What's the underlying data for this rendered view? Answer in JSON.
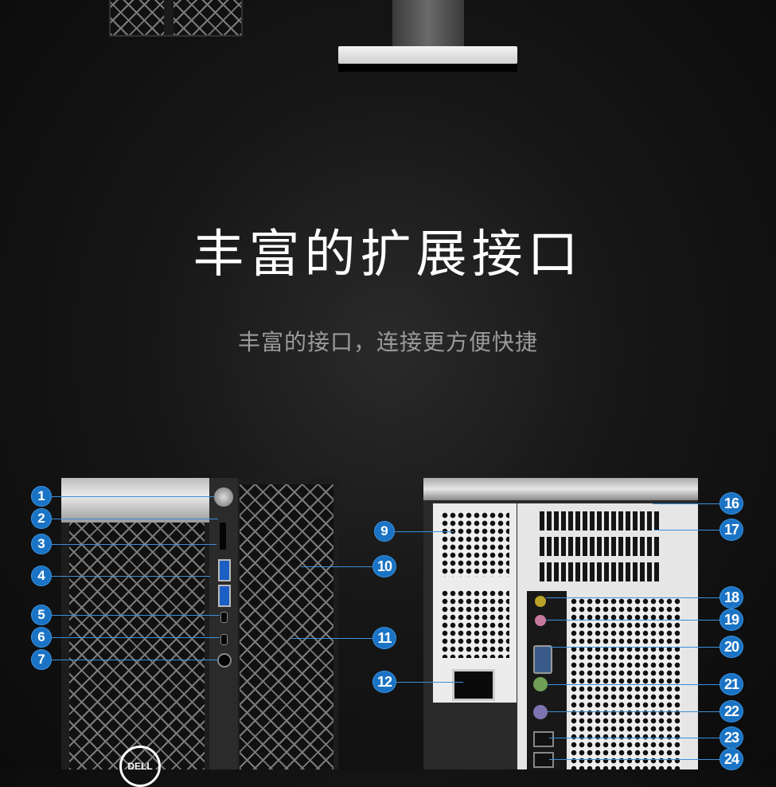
{
  "headline": "丰富的扩展接口",
  "subline": "丰富的接口，连接更方便快捷",
  "brand_logo": "DELL",
  "accent_color": "#1a73c4",
  "callouts": [
    "1",
    "2",
    "3",
    "4",
    "5",
    "6",
    "7",
    "9",
    "10",
    "11",
    "12",
    "16",
    "17",
    "18",
    "19",
    "20",
    "21",
    "22",
    "23",
    "24"
  ]
}
